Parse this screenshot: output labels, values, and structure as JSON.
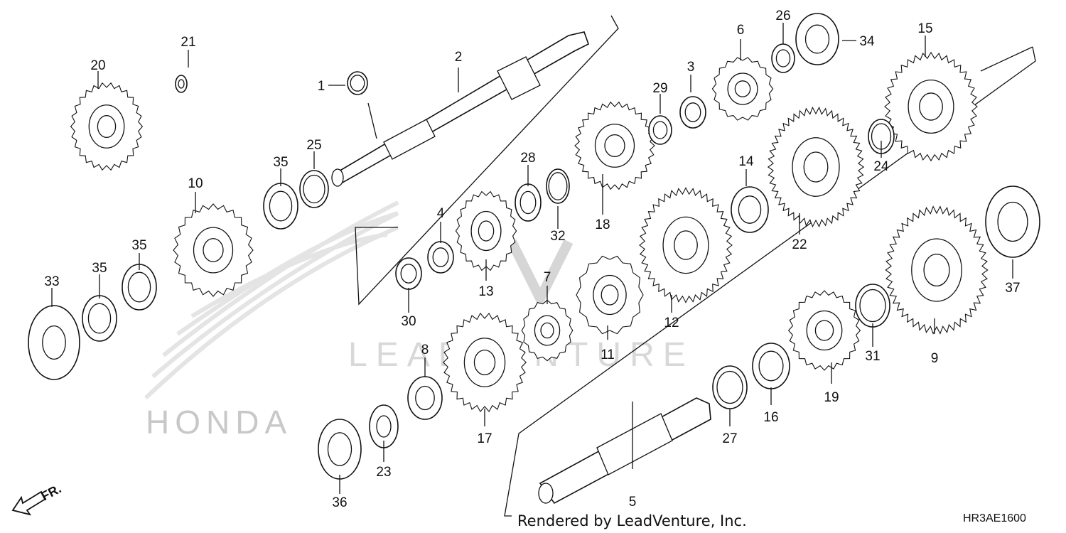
{
  "callouts": [
    "1",
    "2",
    "3",
    "4",
    "5",
    "6",
    "7",
    "8",
    "9",
    "10",
    "11",
    "12",
    "13",
    "14",
    "15",
    "16",
    "17",
    "18",
    "19",
    "20",
    "21",
    "22",
    "23",
    "24",
    "25",
    "26",
    "27",
    "28",
    "29",
    "30",
    "31",
    "32",
    "33",
    "34",
    "35",
    "35",
    "35",
    "36",
    "37"
  ],
  "watermark": "LEADVENTURE",
  "brand": "HONDA",
  "credit": "Rendered by LeadVenture, Inc.",
  "diagram_code": "HR3AE1600",
  "direction_label": "FR."
}
